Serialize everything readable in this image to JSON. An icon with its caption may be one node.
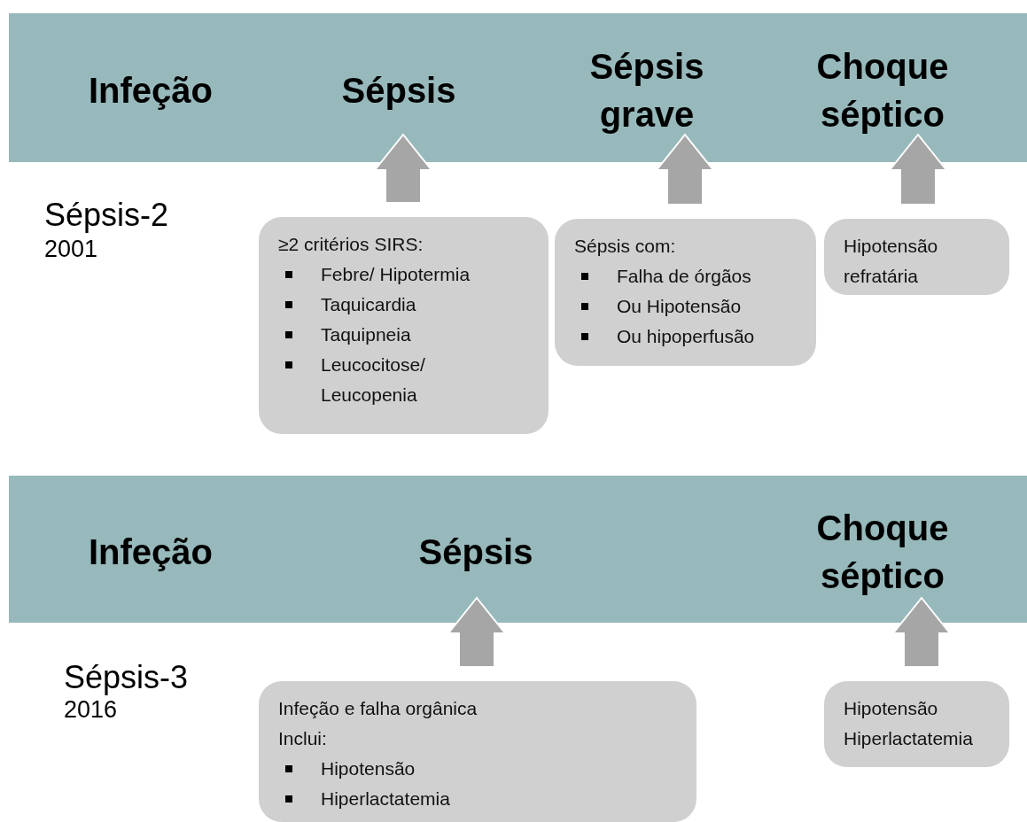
{
  "diagram": {
    "nodes": [
      {
        "text": [],
        "shape": "bar"
      },
      {
        "text": [
          "Infeção"
        ],
        "in": 0
      },
      {
        "text": [
          "Sépsis"
        ],
        "in": 0
      },
      {
        "text": [
          "Sépsis grave"
        ],
        "in": 0
      },
      {
        "text": [
          "Choque séptico"
        ],
        "in": 0
      },
      {
        "text": [
          "≥2 critérios SIRS:",
          "Febre/ Hipotermia",
          "Taquicardia",
          "Taquipneia",
          "Leucocitose/ Leucopenia"
        ]
      },
      {
        "text": [
          "Sépsis com:",
          "Falha de órgãos",
          "Ou Hipotensão",
          "Ou hipoperfusão"
        ]
      },
      {
        "text": [
          "Hipotensão refratária"
        ]
      },
      {
        "text": [],
        "shape": "bar"
      },
      {
        "text": [
          "Infeção"
        ],
        "in": 8
      },
      {
        "text": [
          "Sépsis"
        ],
        "in": 8
      },
      {
        "text": [
          "Choque séptico"
        ],
        "in": 8
      },
      {
        "text": [
          "Infeção e falha orgânica",
          "Inclui:",
          "Hipotensão",
          "Hiperlactatemia"
        ]
      },
      {
        "text": [
          "Hipotensão",
          "Hiperlactatemia"
        ]
      }
    ],
    "edges": [
      {
        "from": 5,
        "to": 2,
        "arrow": "to",
        "style": "thick"
      },
      {
        "from": 6,
        "to": 3,
        "arrow": "to",
        "style": "thick"
      },
      {
        "from": 7,
        "to": 4,
        "arrow": "to",
        "style": "thick"
      },
      {
        "from": 12,
        "to": 10,
        "arrow": "to",
        "style": "thick"
      },
      {
        "from": 13,
        "to": 11,
        "arrow": "to",
        "style": "thick"
      }
    ],
    "labels": [
      "Sépsis-2",
      "2001",
      "Sépsis-3",
      "2016"
    ]
  }
}
